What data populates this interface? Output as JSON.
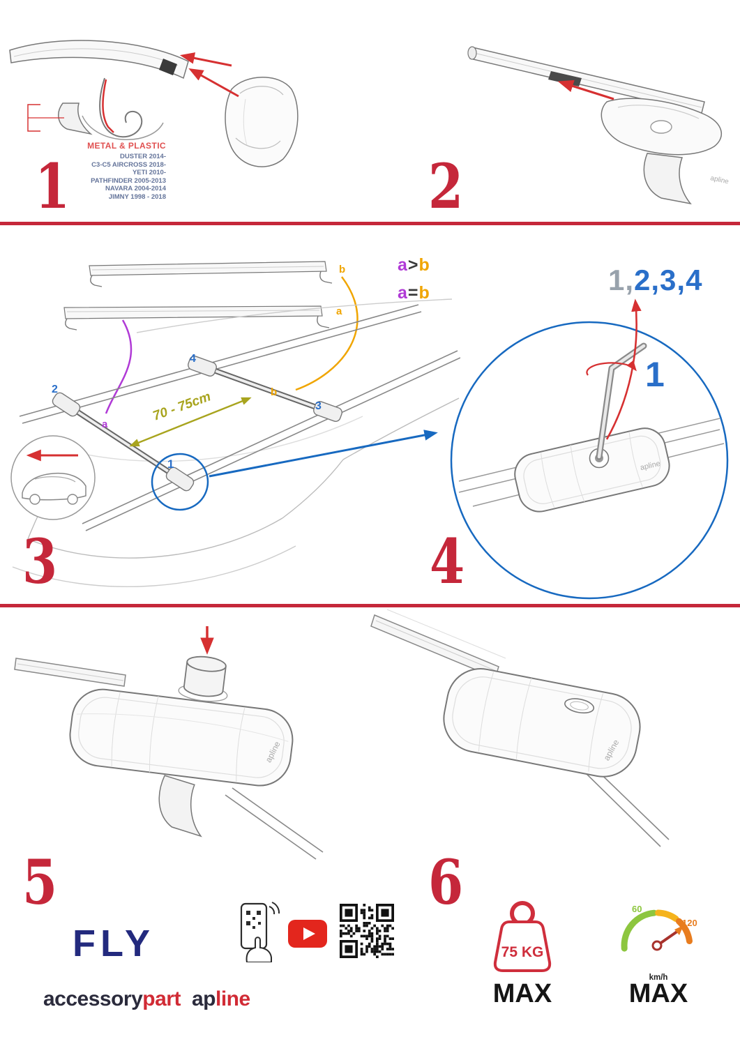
{
  "colors": {
    "step_red": "#c5273a",
    "arrow_red": "#d63031",
    "blue": "#1769c0",
    "purple": "#b03ad6",
    "orange": "#f0a500",
    "olive": "#a8a41e",
    "navy": "#232a7e",
    "brand_dark": "#2b2b3c",
    "brand_red": "#d12b35",
    "gauge_green": "#8dc63f",
    "gauge_orange": "#e87c1e",
    "youtube_red": "#e3261d"
  },
  "steps": {
    "s1": {
      "num": "1",
      "material": "METAL & PLASTIC",
      "models": [
        "DUSTER 2014-",
        "C3-C5 AIRCROSS 2018-",
        "YETI 2010-",
        "PATHFINDER 2005-2013",
        "NAVARA 2004-2014",
        "JIMNY 1998 - 2018"
      ]
    },
    "s2": {
      "num": "2",
      "pad_logo": "apline"
    },
    "s3": {
      "num": "3",
      "distance": "70 - 75cm",
      "bar_b": "b",
      "bar_a": "a",
      "roof_a": "a",
      "roof_b": "b",
      "pos1": "1",
      "pos2": "2",
      "pos3": "3",
      "pos4": "4",
      "legend": [
        {
          "a": "a",
          "op": ">",
          "b": "b"
        },
        {
          "a": "a",
          "op": "=",
          "b": "b"
        }
      ]
    },
    "s4": {
      "num": "4",
      "seq_gray": "1,",
      "seq_blue": "2,3,4",
      "big_one": "1",
      "pad_logo": "apline"
    },
    "s5": {
      "num": "5",
      "pad_logo": "apline"
    },
    "s6": {
      "num": "6",
      "pad_logo": "apline",
      "weight": "75 KG",
      "weight_max": "MAX",
      "speed_low": "60",
      "speed_high": "120",
      "speed_unit": "km/h",
      "speed_max": "MAX"
    }
  },
  "footer": {
    "product": "FLY",
    "brand_accessory": "accessory",
    "brand_part": "part",
    "brand_ap": "ap",
    "brand_line": "line"
  }
}
